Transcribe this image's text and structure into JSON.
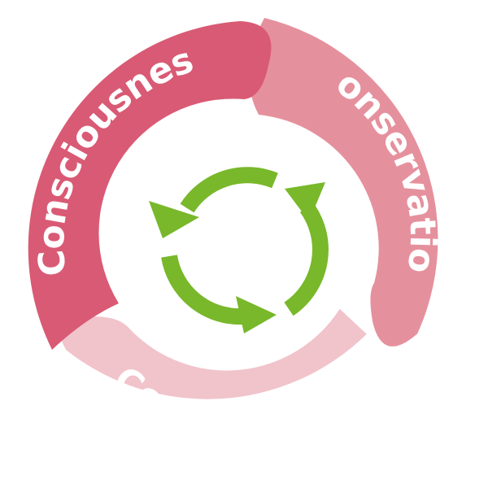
{
  "segments": [
    {
      "id": "consciousness",
      "label": "Consciousness",
      "color": "#d95a74"
    },
    {
      "id": "conservation",
      "label": "Conservation",
      "color": "#e5919d"
    },
    {
      "id": "community",
      "label": "Community",
      "color": "#f1c3ca"
    }
  ],
  "center_icon": {
    "name": "recycle-arrows-icon",
    "color": "#78b82a"
  }
}
